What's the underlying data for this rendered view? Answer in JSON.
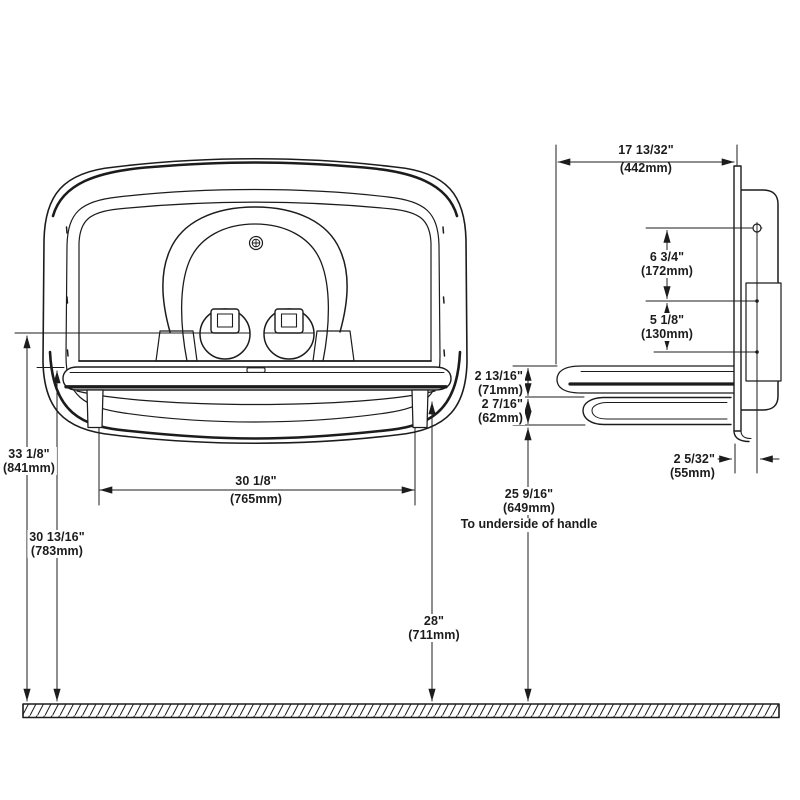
{
  "drawing": {
    "title": "baby-changing-station-dimension-drawing",
    "ink_color": "#1c1c1c",
    "background_color": "#ffffff"
  },
  "dimensions": {
    "overall_height": {
      "in": "33 1/8\"",
      "mm": "(841mm)"
    },
    "to_shelf_top": {
      "in": "30 13/16\"",
      "mm": "(783mm)"
    },
    "bed_width": {
      "in": "30 1/8\"",
      "mm": "(765mm)"
    },
    "to_bed_underside": {
      "in": "28\"",
      "mm": "(711mm)"
    },
    "to_handle_underside": {
      "in": "25 9/16\"",
      "mm": "(649mm)",
      "note": "To underside of handle"
    },
    "shelf_thickness": {
      "in": "2 13/16\"",
      "mm": "(71mm)"
    },
    "handle_drop": {
      "in": "2 7/16\"",
      "mm": "(62mm)"
    },
    "mounting_depth": {
      "in": "17 13/32\"",
      "mm": "(442mm)"
    },
    "hole_span_upper": {
      "in": "6 3/4\"",
      "mm": "(172mm)"
    },
    "hole_span_lower": {
      "in": "5 1/8\"",
      "mm": "(130mm)"
    },
    "wall_protrusion": {
      "in": "2 5/32\"",
      "mm": "(55mm)"
    }
  }
}
